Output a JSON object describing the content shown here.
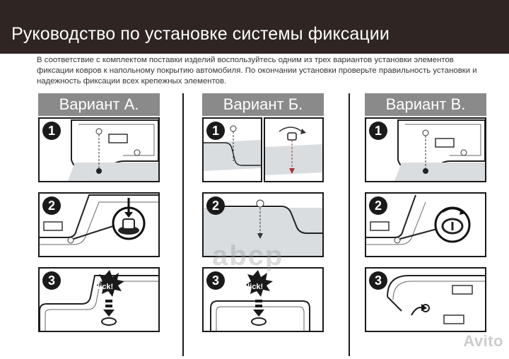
{
  "header": {
    "title": "Руководство по установке системы фиксации"
  },
  "intro": {
    "text": "В соответствие с комплектом поставки изделий воспользуйтесь одним из трех вариантов установки элементов фиксации ковров к напольному покрытию автомобиля. По окончании установки проверьте правильность установки и надежность фиксации всех крепежных элементов."
  },
  "variants": [
    {
      "label": "Вариант А.",
      "steps": [
        "1",
        "2",
        "3"
      ],
      "click": "click!"
    },
    {
      "label": "Вариант Б.",
      "steps": [
        "1",
        "2",
        "3"
      ],
      "click": "click!"
    },
    {
      "label": "Вариант В.",
      "steps": [
        "1",
        "2",
        "3"
      ]
    }
  ],
  "watermarks": {
    "center": "аbcр",
    "corner": "Avito"
  },
  "colors": {
    "header_bg": "#2f2523",
    "variant_bg": "#8a8a8a",
    "badge_bg": "#1a1a1a",
    "carpet_fill": "#d9dde0"
  }
}
